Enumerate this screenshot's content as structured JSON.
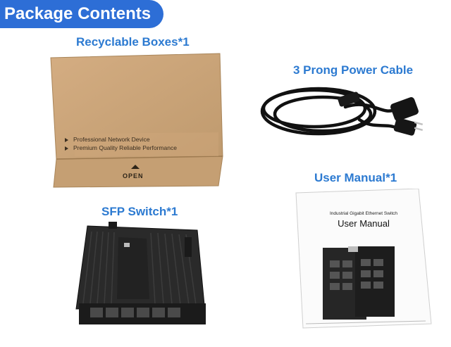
{
  "header": {
    "title": "Package Contents"
  },
  "items": [
    {
      "caption": "Recyclable Boxes*1"
    },
    {
      "caption": "3 Prong Power Cable"
    },
    {
      "caption": "SFP Switch*1"
    },
    {
      "caption": "User Manual*1"
    }
  ],
  "box": {
    "line1": "Professional Network Device",
    "line2": "Premium Quality Reliable Performance",
    "open_label": "OPEN"
  },
  "manual": {
    "subtitle": "Industrial Gigabit Ethernet Switch",
    "title": "User Manual"
  },
  "colors": {
    "accent": "#2d6ed6",
    "caption": "#2c7ad1",
    "cardboard": "#c9a47a"
  }
}
